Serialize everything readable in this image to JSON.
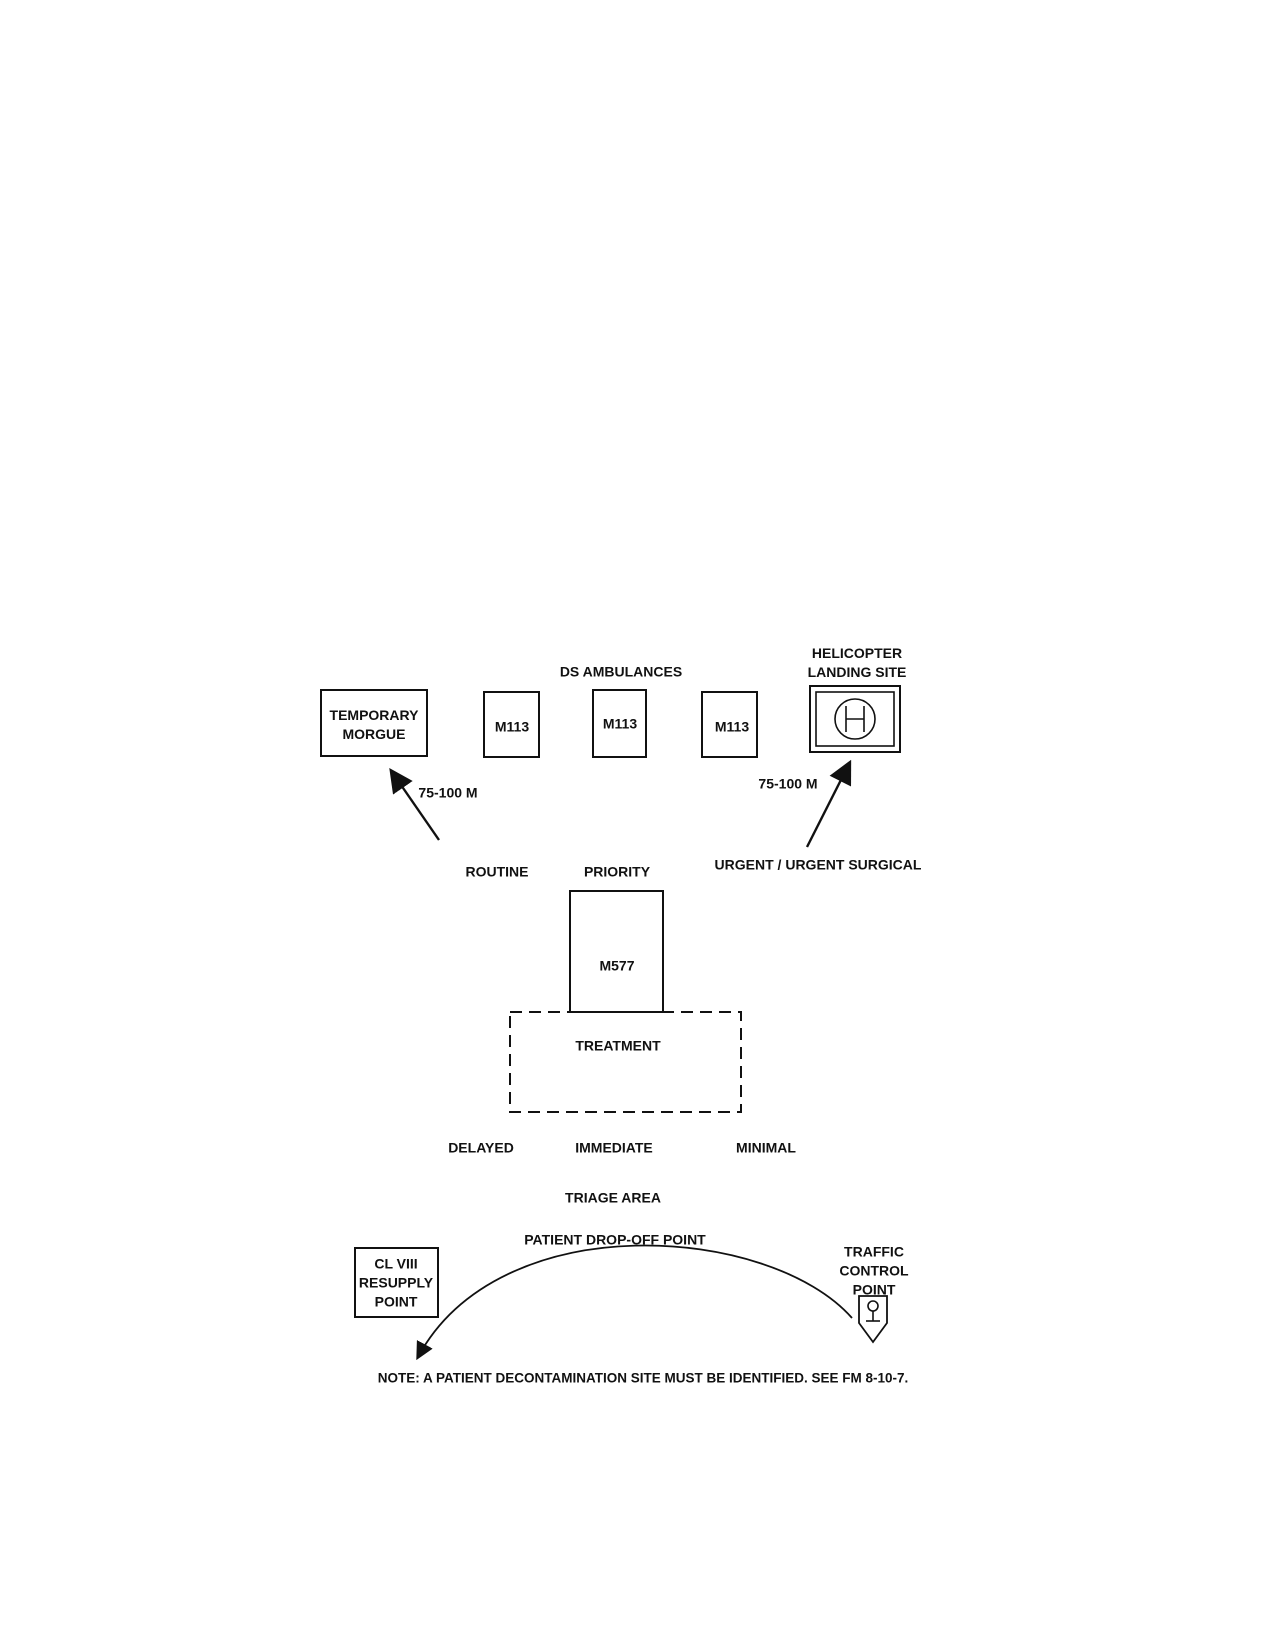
{
  "figure": {
    "labels": {
      "ds_ambulances": "DS AMBULANCES",
      "helicopter_landing_site": "HELICOPTER\nLANDING SITE",
      "temporary_morgue": "TEMPORARY\nMORGUE",
      "m113_a": "M113",
      "m113_b": "M113",
      "m113_c": "M113",
      "distance_left": "75-100 M",
      "distance_right": "75-100 M",
      "routine": "ROUTINE",
      "priority": "PRIORITY",
      "urgent": "URGENT / URGENT  SURGICAL",
      "m577": "M577",
      "treatment": "TREATMENT",
      "delayed": "DELAYED",
      "immediate": "IMMEDIATE",
      "minimal": "MINIMAL",
      "triage_area": "TRIAGE AREA",
      "patient_drop_off": "PATIENT DROP-OFF POINT",
      "cl_viii": "CL VIII\nRESUPPLY\nPOINT",
      "traffic_control": "TRAFFIC\nCONTROL\nPOINT",
      "note": "NOTE:  A PATIENT DECONTAMINATION SITE MUST BE IDENTIFIED.  SEE FM 8-10-7."
    },
    "icons": {
      "helipad": "helipad-h-icon",
      "traffic_control": "traffic-control-point-icon"
    },
    "colors": {
      "ink": "#111111",
      "background": "#ffffff"
    }
  }
}
